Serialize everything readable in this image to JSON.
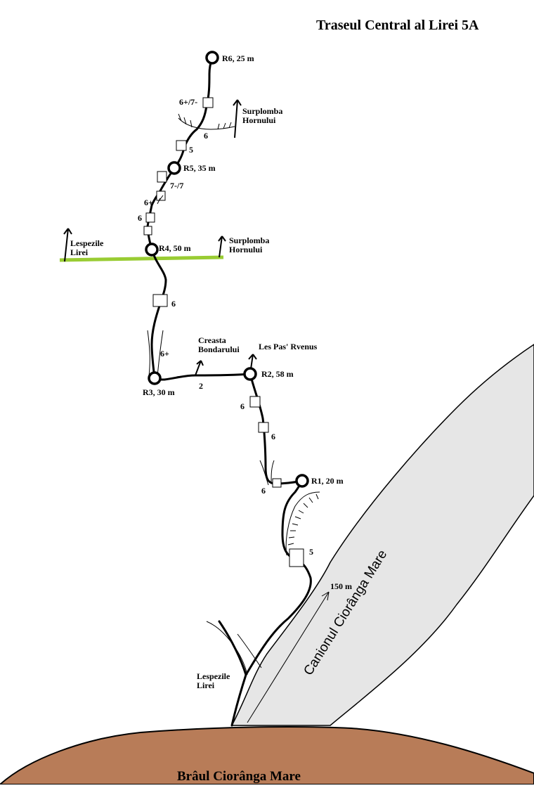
{
  "title": "Traseul Central al Lirei 5A",
  "belays": [
    {
      "id": "R1",
      "label": "R1, 20 m"
    },
    {
      "id": "R2",
      "label": "R2, 58 m"
    },
    {
      "id": "R3",
      "label": "R3, 30 m"
    },
    {
      "id": "R4",
      "label": "R4, 50 m"
    },
    {
      "id": "R5",
      "label": "R5, 35 m"
    },
    {
      "id": "R6",
      "label": "R6, 25 m"
    }
  ],
  "grades": [
    "6+/7-",
    "6",
    "5",
    "7-/7",
    "6+",
    "6",
    "6",
    "6+",
    "2",
    "6",
    "6",
    "6",
    "5"
  ],
  "exits": {
    "surplomba_top": "Surplomba\nHornului",
    "surplomba_r4": "Surplomba\nHornului",
    "lespezile_r4": "Lespezile\nLirei",
    "creasta": "Creasta\nBondarului",
    "les_pas": "Les Pas' Rvenus",
    "lespezile_bottom": "Lespezile\nLirei"
  },
  "approach_distance": "150 m",
  "canyon_label": "Canionul Ciorânga Mare",
  "bottom_label": "Brâul Ciorânga Mare",
  "colors": {
    "canyon_fill": "#e6e6e6",
    "ledge_brown": "#b87c58",
    "grass_green": "#99cc33",
    "route": "#000000"
  }
}
